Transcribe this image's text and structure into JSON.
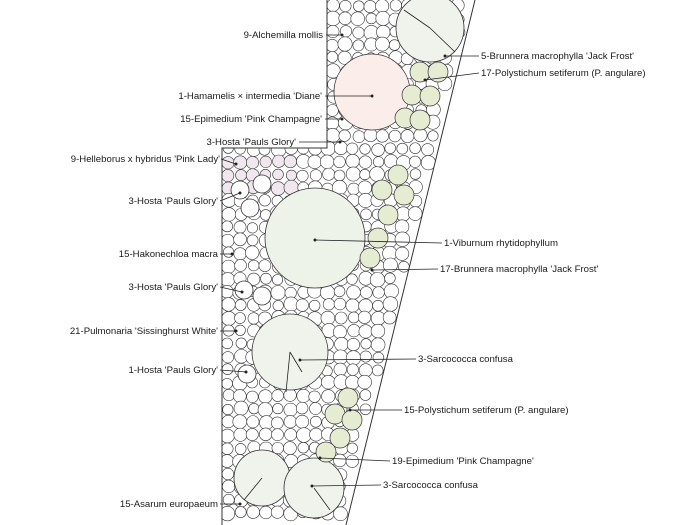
{
  "labels": {
    "alchemilla": "9-Alchemilla mollis",
    "brunnera_top": "5-Brunnera macrophylla 'Jack Frost'",
    "polystichum_top": "17-Polystichum setiferum (P. angulare)",
    "hamamelis": "1-Hamamelis × intermedia 'Diane'",
    "epimedium_top": "15-Epimedium 'Pink Champagne'",
    "hosta_top": "3-Hosta 'Pauls Glory'",
    "helleborus": "9-Helleborus x hybridus 'Pink Lady'",
    "hosta_2": "3-Hosta 'Pauls Glory'",
    "viburnum": "1-Viburnum rhytidophyllum",
    "hakonechloa": "15-Hakonechloa macra",
    "brunnera_mid": "17-Brunnera macrophylla 'Jack Frost'",
    "hosta_3": "3-Hosta 'Pauls Glory'",
    "pulmonaria": "21-Pulmonaria 'Sissinghurst White'",
    "sarcococca_mid": "3-Sarcococca confusa",
    "hosta_single": "1-Hosta 'Pauls Glory'",
    "polystichum_low": "15-Polystichum setiferum (P. angulare)",
    "epimedium_low": "19-Epimedium 'Pink Champagne'",
    "sarcococca_low": "3-Sarcococca confusa",
    "asarum": "15-Asarum europaeum"
  },
  "colors": {
    "viburnum_fill": "#eef3ea",
    "hamamelis_fill": "#fbeeea",
    "polystichum_fill": "#e6ecd2",
    "pink_fill": "#f1e7ee",
    "large_fill": "#f0f3ec",
    "outline": "#333333"
  }
}
